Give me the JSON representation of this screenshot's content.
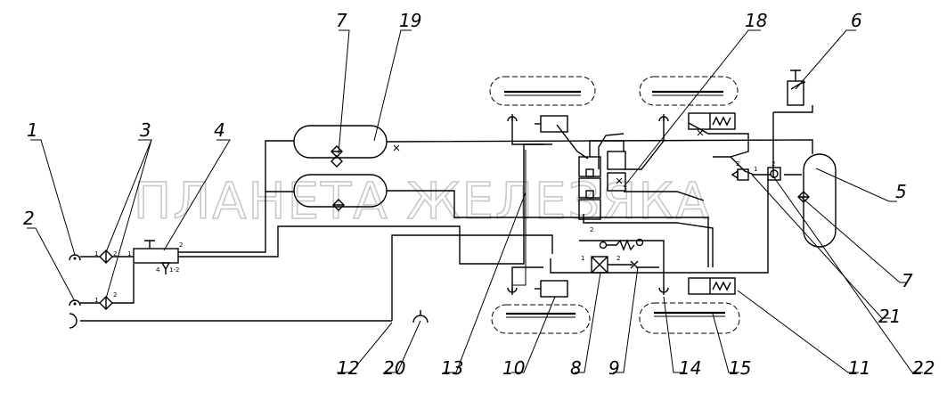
{
  "watermark": "ПЛАНЕТА ЖЕЛЕЗЯКА",
  "labels": {
    "l1": "1",
    "l2": "2",
    "l3": "3",
    "l4": "4",
    "l5": "5",
    "l6": "6",
    "l7a": "7",
    "l7b": "7",
    "l8": "8",
    "l9": "9",
    "l10": "10",
    "l11": "11",
    "l12": "12",
    "l13": "13",
    "l14": "14",
    "l15": "15",
    "l18": "18",
    "l19": "19",
    "l20": "20",
    "l21": "21",
    "l22": "22"
  },
  "ports": {
    "p4_1": "1",
    "p4_2": "2",
    "p4_4": "4",
    "p4_12": "1-2",
    "p3a_1": "1",
    "p3a_2": "2",
    "p3b_1": "1",
    "p3b_2": "2",
    "p8_1": "1",
    "p8_2": "2",
    "p18_2": "2",
    "p21_1": "1",
    "p21_2": "2",
    "p22_2": "2"
  }
}
